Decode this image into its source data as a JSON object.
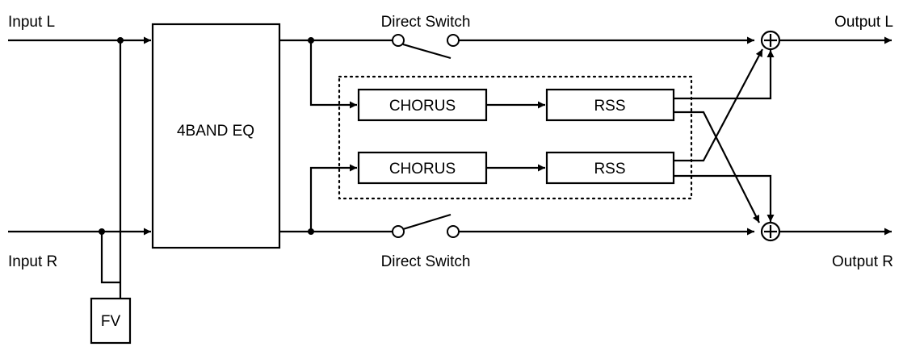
{
  "labels": {
    "input_l": "Input L",
    "input_r": "Input R",
    "output_l": "Output L",
    "output_r": "Output R",
    "direct_switch_top": "Direct Switch",
    "direct_switch_bottom": "Direct Switch",
    "eq": "4BAND EQ",
    "chorus_top": "CHORUS",
    "chorus_bottom": "CHORUS",
    "rss_top": "RSS",
    "rss_bottom": "RSS",
    "fv": "FV"
  }
}
